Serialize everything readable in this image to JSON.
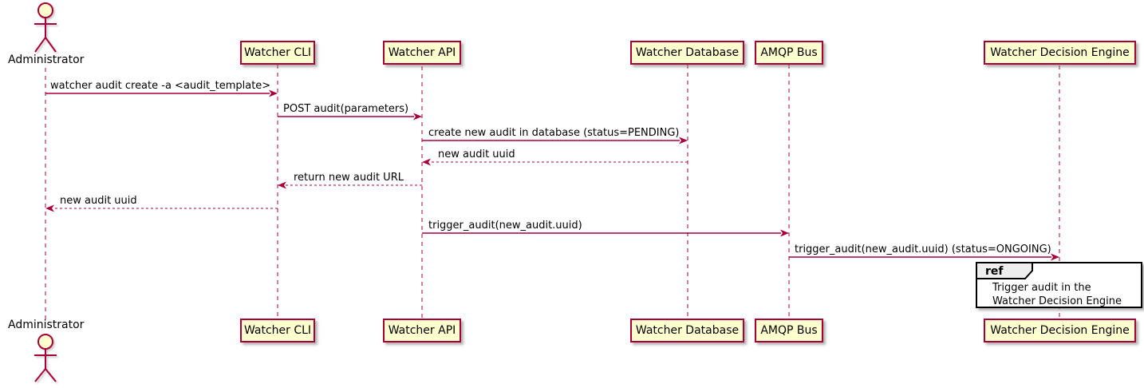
{
  "diagram": {
    "type": "sequence-diagram",
    "colors": {
      "participant_fill": "#FEFECE",
      "participant_border": "#A80036",
      "arrow": "#A80036",
      "lifeline": "#A80036",
      "ref_border": "#000000",
      "ref_header_fill": "#EEEEEE",
      "background": "#FFFFFF"
    },
    "actor": {
      "name": "Administrator"
    },
    "participants": [
      {
        "label": "Watcher CLI"
      },
      {
        "label": "Watcher API"
      },
      {
        "label": "Watcher Database"
      },
      {
        "label": "AMQP Bus"
      },
      {
        "label": "Watcher Decision Engine"
      }
    ],
    "messages": [
      {
        "from": "Administrator",
        "to": "Watcher CLI",
        "label": "watcher audit create -a <audit_template>",
        "style": "solid"
      },
      {
        "from": "Watcher CLI",
        "to": "Watcher API",
        "label": "POST audit(parameters)",
        "style": "solid"
      },
      {
        "from": "Watcher API",
        "to": "Watcher Database",
        "label": "create new audit in database (status=PENDING)",
        "style": "solid"
      },
      {
        "from": "Watcher Database",
        "to": "Watcher API",
        "label": "new audit uuid",
        "style": "dashed"
      },
      {
        "from": "Watcher API",
        "to": "Watcher CLI",
        "label": "return new audit URL",
        "style": "dashed"
      },
      {
        "from": "Watcher CLI",
        "to": "Administrator",
        "label": "new audit uuid",
        "style": "dashed"
      },
      {
        "from": "Watcher API",
        "to": "AMQP Bus",
        "label": "trigger_audit(new_audit.uuid)",
        "style": "solid"
      },
      {
        "from": "AMQP Bus",
        "to": "Watcher Decision Engine",
        "label": "trigger_audit(new_audit.uuid) (status=ONGOING)",
        "style": "solid"
      }
    ],
    "ref": {
      "tag": "ref",
      "text_line1": "Trigger audit in the",
      "text_line2": "Watcher Decision Engine"
    }
  }
}
